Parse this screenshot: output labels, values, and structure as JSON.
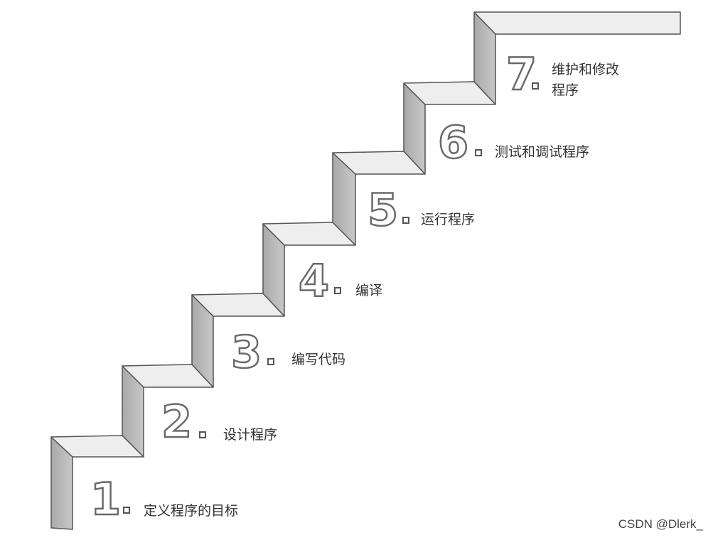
{
  "steps": [
    {
      "number": "1",
      "label": "定义程序的目标"
    },
    {
      "number": "2",
      "label": "设计程序"
    },
    {
      "number": "3",
      "label": "编写代码"
    },
    {
      "number": "4",
      "label": "编译"
    },
    {
      "number": "5",
      "label": "运行程序"
    },
    {
      "number": "6",
      "label": "测试和调试程序"
    },
    {
      "number": "7",
      "label_line1": "维护和修改",
      "label_line2": "程序"
    }
  ],
  "watermark": "CSDN @Dlerk_",
  "colors": {
    "tread_top": "#eeeeee",
    "riser": "#b9b9b9",
    "outline": "#555555"
  }
}
